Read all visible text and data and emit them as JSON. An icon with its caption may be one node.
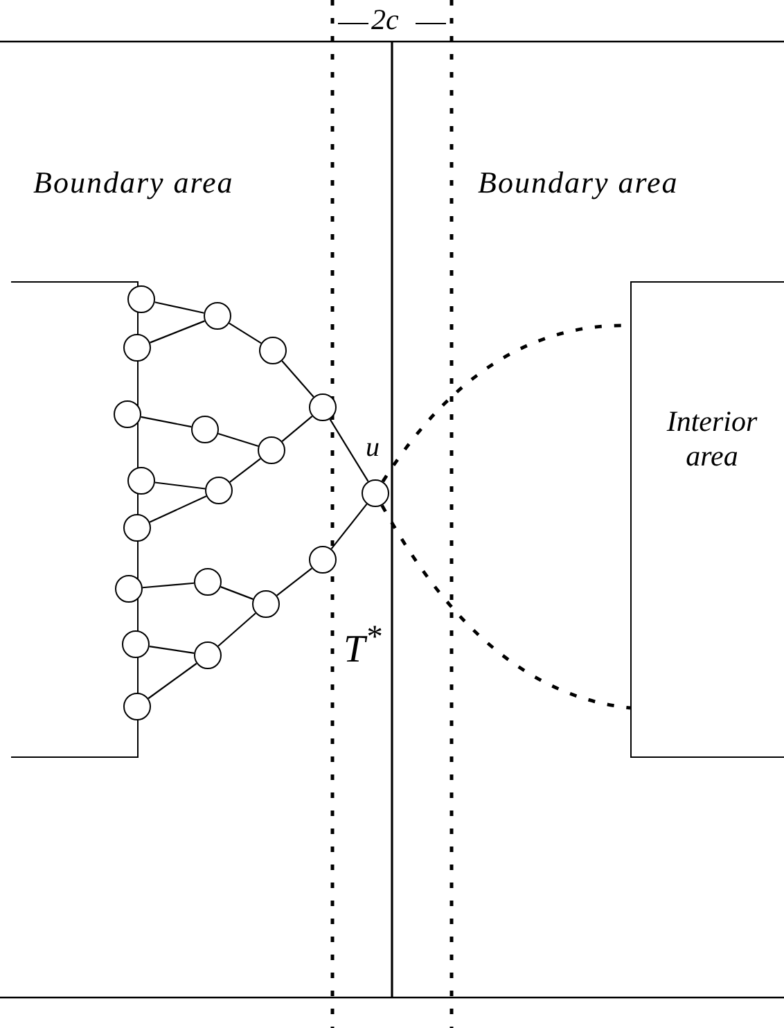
{
  "diagram": {
    "nodes": [
      {
        "text": [],
        "shape": "box"
      },
      {
        "text": [],
        "shape": "circle"
      },
      {
        "text": [],
        "shape": "circle"
      },
      {
        "text": [],
        "shape": "circle"
      },
      {
        "text": [],
        "shape": "circle"
      },
      {
        "text": [],
        "shape": "circle"
      },
      {
        "text": [],
        "shape": "circle"
      },
      {
        "text": [],
        "shape": "circle"
      },
      {
        "text": [],
        "shape": "circle"
      },
      {
        "text": [],
        "shape": "circle"
      },
      {
        "text": [],
        "shape": "circle"
      },
      {
        "text": [],
        "shape": "circle",
        "beside": [
          "u"
        ]
      },
      {
        "text": [],
        "shape": "circle"
      },
      {
        "text": [],
        "shape": "circle"
      },
      {
        "text": [],
        "shape": "circle"
      },
      {
        "text": [],
        "shape": "circle"
      },
      {
        "text": [],
        "shape": "circle"
      },
      {
        "text": [],
        "shape": "circle"
      },
      {
        "text": [],
        "shape": "circle"
      },
      {
        "text": [],
        "shape": "circle"
      },
      {
        "text": [
          "Interior area"
        ]
      }
    ],
    "edges": [
      {
        "from": 1,
        "to": 2,
        "arrow": "none"
      },
      {
        "from": 3,
        "to": 2,
        "arrow": "none"
      },
      {
        "from": 2,
        "to": 4,
        "arrow": "none"
      },
      {
        "from": 4,
        "to": 5,
        "arrow": "none"
      },
      {
        "from": 5,
        "to": 11,
        "arrow": "none"
      },
      {
        "from": 6,
        "to": 7,
        "arrow": "none"
      },
      {
        "from": 7,
        "to": 8,
        "arrow": "none"
      },
      {
        "from": 8,
        "to": 5,
        "arrow": "none"
      },
      {
        "from": 9,
        "to": 10,
        "arrow": "none"
      },
      {
        "from": 12,
        "to": 10,
        "arrow": "none"
      },
      {
        "from": 10,
        "to": 8,
        "arrow": "none"
      },
      {
        "from": 11,
        "to": 13,
        "arrow": "none"
      },
      {
        "from": 13,
        "to": 16,
        "arrow": "none"
      },
      {
        "from": 15,
        "to": 14,
        "arrow": "none"
      },
      {
        "from": 14,
        "to": 16,
        "arrow": "none"
      },
      {
        "from": 17,
        "to": 18,
        "arrow": "none"
      },
      {
        "from": 19,
        "to": 18,
        "arrow": "none"
      },
      {
        "from": 18,
        "to": 16,
        "arrow": "none"
      },
      {
        "from": 11,
        "to": 20,
        "arrow": "none",
        "style": "dashed"
      },
      {
        "from": 11,
        "to": 20,
        "arrow": "none",
        "style": "dashed"
      }
    ],
    "labels": [
      "2c",
      "Boundary area",
      "Boundary area",
      "T$^{*}$"
    ]
  }
}
